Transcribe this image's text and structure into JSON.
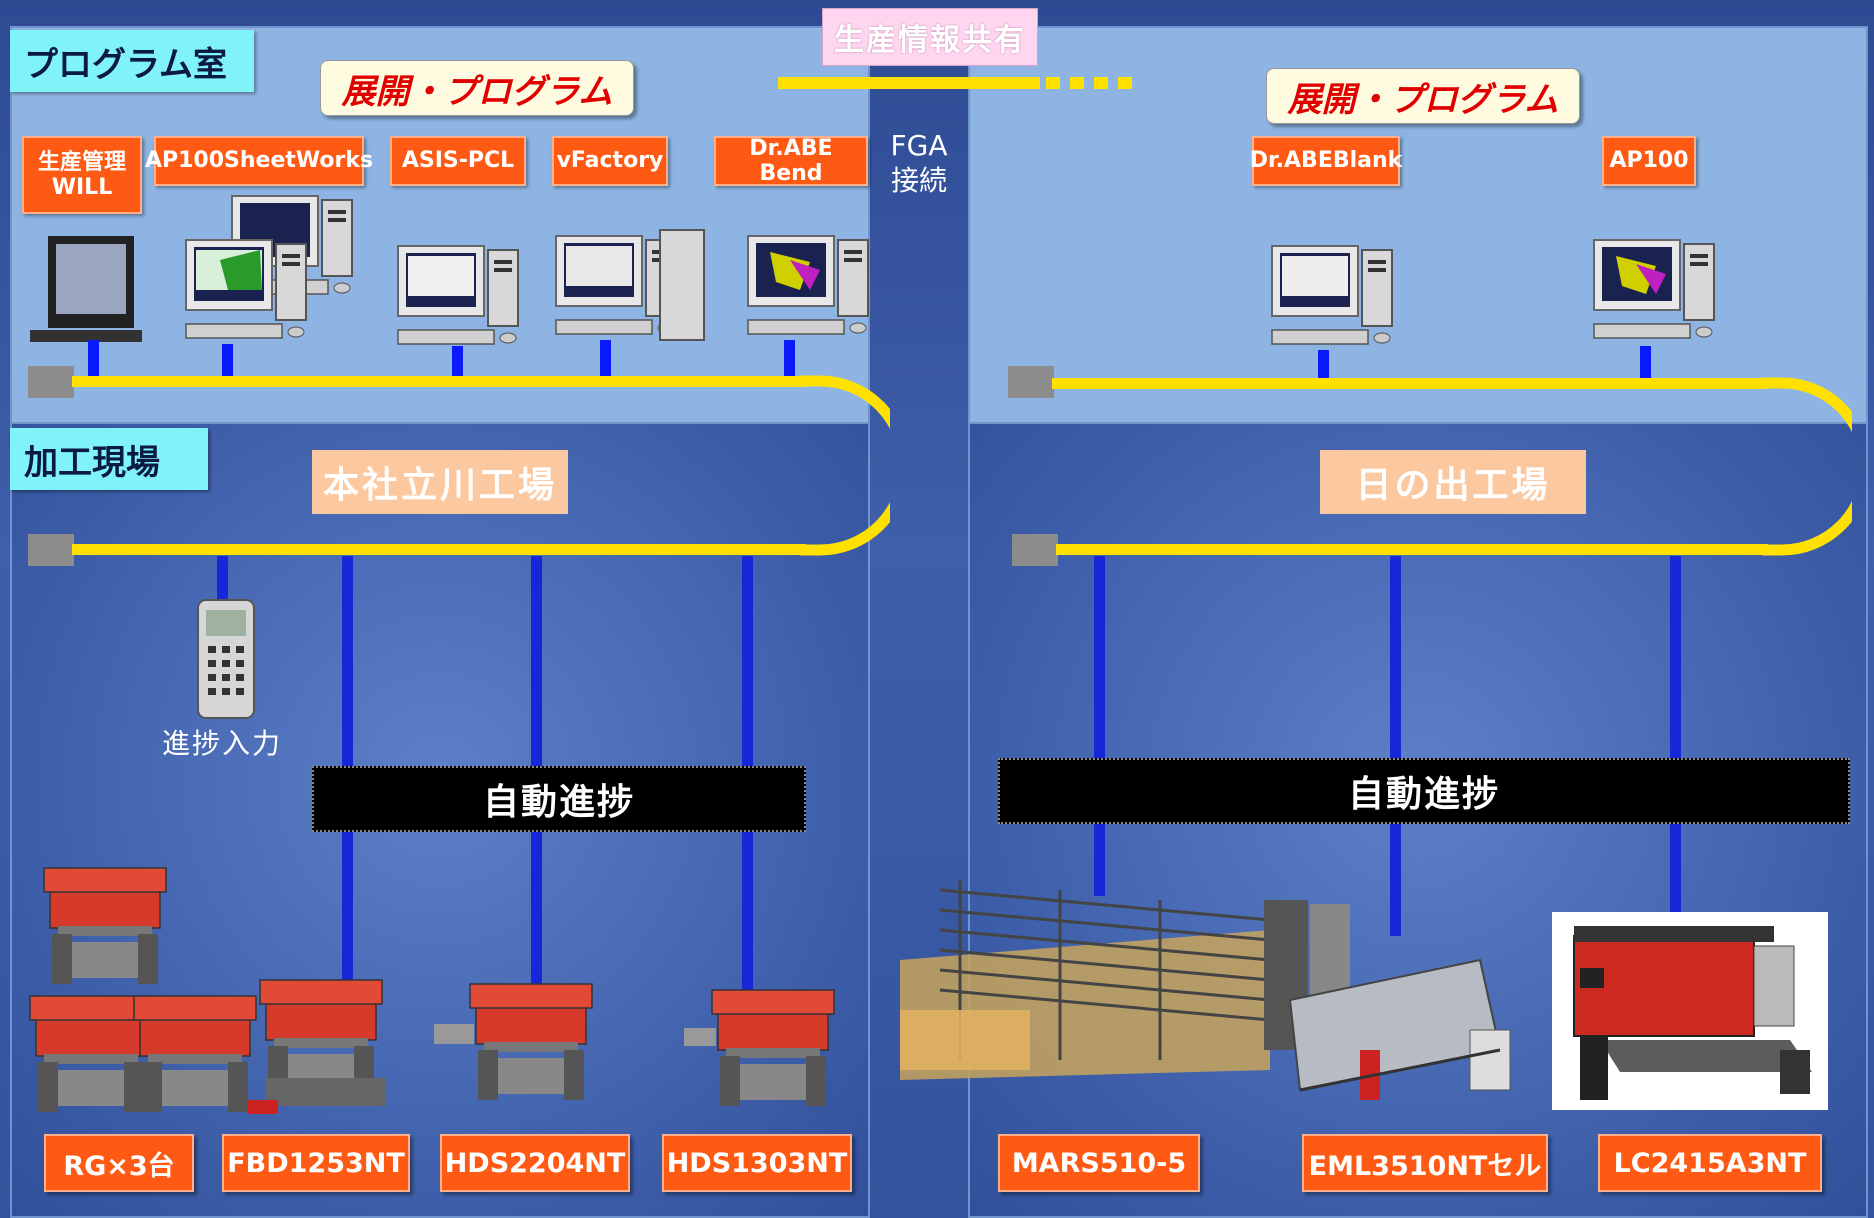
{
  "sections": {
    "program_room": "プログラム室",
    "processing_site": "加工現場"
  },
  "info_share": "生産情報共有",
  "fga_line1": "FGA",
  "fga_line2": "接続",
  "left": {
    "program_label": "展開・プログラム",
    "software": [
      "生産管理\nWILL",
      "AP100SheetWorks",
      "ASIS-PCL",
      "vFactory",
      "Dr.ABE Bend"
    ],
    "factory": "本社立川工場",
    "progress_input": "進捗入力",
    "auto_progress": "自動進捗",
    "machines": [
      "RG×3台",
      "FBD1253NT",
      "HDS2204NT",
      "HDS1303NT"
    ]
  },
  "right": {
    "program_label": "展開・プログラム",
    "software": [
      "Dr.ABEBlank",
      "AP100"
    ],
    "factory": "日の出工場",
    "auto_progress": "自動進捗",
    "machines": [
      "MARS510-5",
      "EML3510NTセル",
      "LC2415A3NT"
    ]
  },
  "colors": {
    "bus": "#ffe000",
    "drop_line": "#0a1aff",
    "label_orange": "#ff5a14",
    "label_cyan": "#7ff3f8",
    "program_text": "#e00000"
  }
}
